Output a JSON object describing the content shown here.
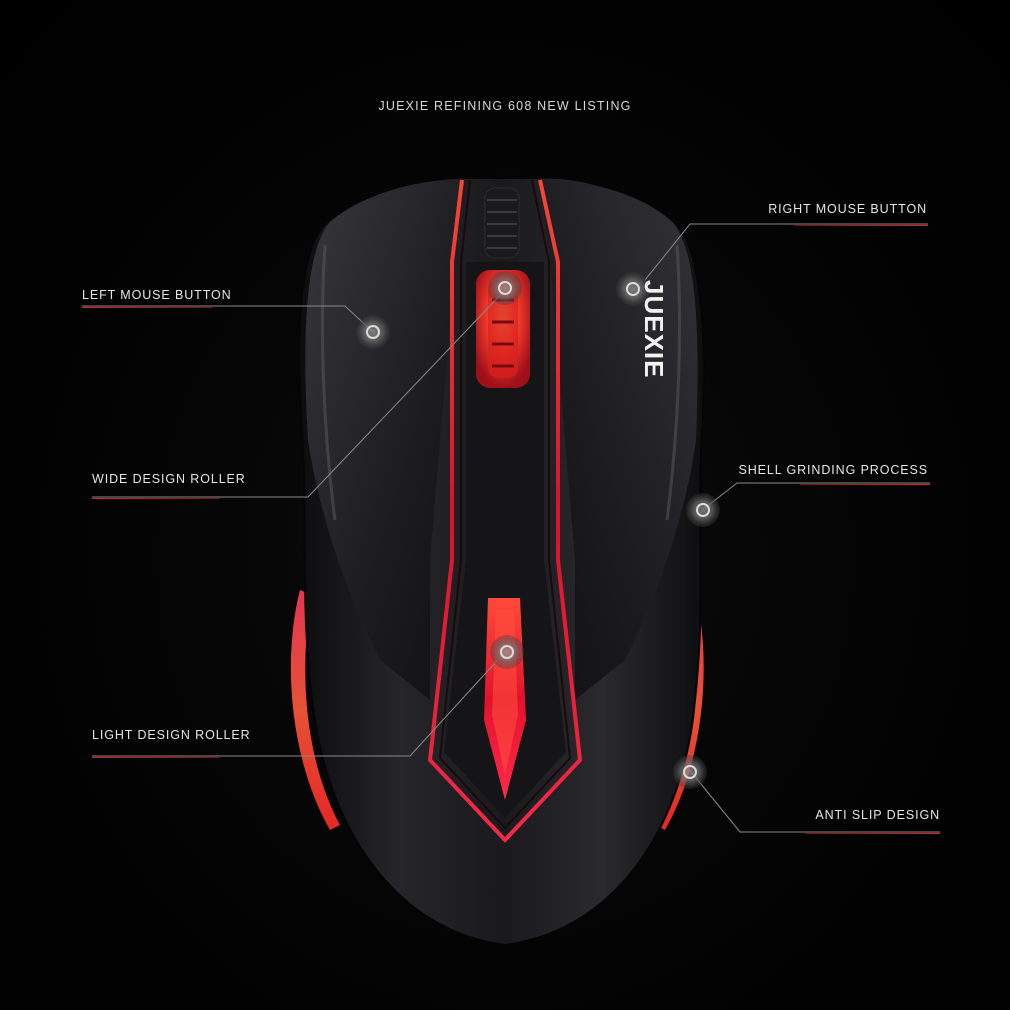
{
  "title": "JUEXIE REFINING 608 NEW LISTING",
  "brand_logo": "JUEXIE",
  "callouts": {
    "left_mouse_button": "LEFT MOUSE BUTTON",
    "right_mouse_button": "RIGHT MOUSE BUTTON",
    "wide_design_roller": "WIDE DESIGN ROLLER",
    "shell_grinding_process": "SHELL GRINDING PROCESS",
    "light_design_roller": "LIGHT DESIGN ROLLER",
    "anti_slip_design": "ANTI SLIP DESIGN"
  },
  "colors": {
    "background": "#000000",
    "accent_red": "#e0202a",
    "body": "#1b1b1e",
    "leader_line": "#8a8a8a"
  }
}
